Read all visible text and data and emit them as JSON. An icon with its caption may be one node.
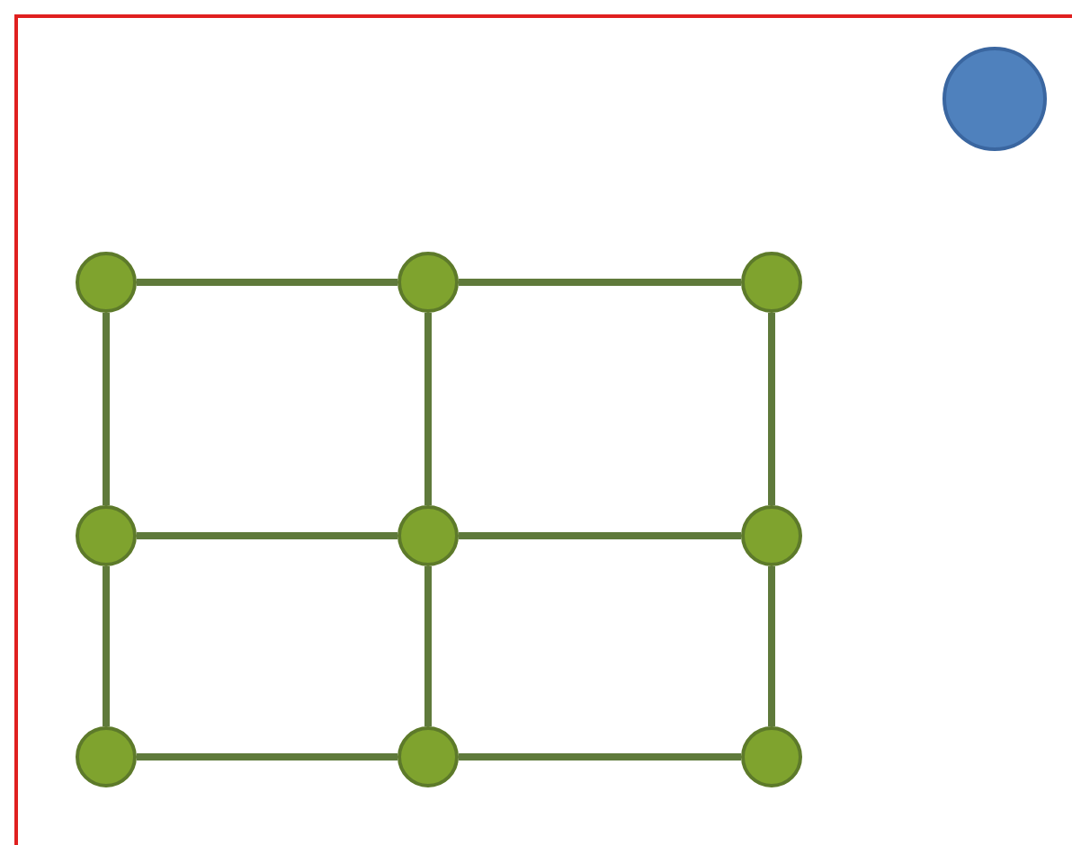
{
  "diagram": {
    "nodes": [
      {
        "text": [],
        "shape": "circle"
      },
      {
        "text": [],
        "shape": "circle"
      },
      {
        "text": [],
        "shape": "circle"
      },
      {
        "text": [],
        "shape": "circle"
      },
      {
        "text": [],
        "shape": "circle"
      },
      {
        "text": [],
        "shape": "circle"
      },
      {
        "text": [],
        "shape": "circle"
      },
      {
        "text": [],
        "shape": "circle"
      },
      {
        "text": [],
        "shape": "circle"
      },
      {
        "text": [],
        "shape": "circle"
      }
    ],
    "edges": [
      {
        "from": 1,
        "to": 2,
        "arrow": "none"
      },
      {
        "from": 2,
        "to": 3,
        "arrow": "none"
      },
      {
        "from": 4,
        "to": 5,
        "arrow": "none"
      },
      {
        "from": 5,
        "to": 6,
        "arrow": "none"
      },
      {
        "from": 7,
        "to": 8,
        "arrow": "none"
      },
      {
        "from": 8,
        "to": 9,
        "arrow": "none"
      },
      {
        "from": 1,
        "to": 4,
        "arrow": "none"
      },
      {
        "from": 4,
        "to": 7,
        "arrow": "none"
      },
      {
        "from": 2,
        "to": 5,
        "arrow": "none"
      },
      {
        "from": 5,
        "to": 8,
        "arrow": "none"
      },
      {
        "from": 3,
        "to": 6,
        "arrow": "none"
      },
      {
        "from": 6,
        "to": 9,
        "arrow": "none"
      }
    ]
  }
}
